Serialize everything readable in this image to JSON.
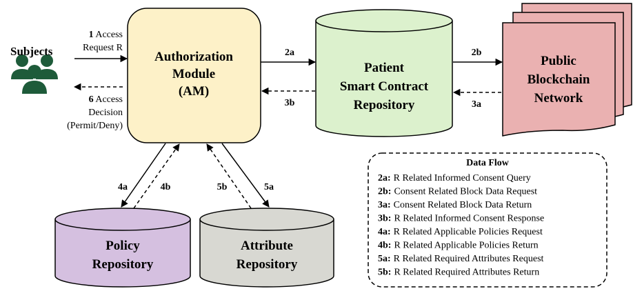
{
  "subjects": {
    "label": "Subjects",
    "icon": "people-group-icon",
    "color": "#1e5b3a"
  },
  "authorization_module": {
    "lines": [
      "Authorization",
      "Module",
      "(AM)"
    ],
    "fill": "#fdf1c8"
  },
  "patient_repository": {
    "lines": [
      "Patient",
      "Smart Contract",
      "Repository"
    ],
    "fill": "#dcf1cd"
  },
  "public_blockchain": {
    "lines": [
      "Public",
      "Blockchain",
      "Network"
    ],
    "fill": "#eab1b1"
  },
  "policy_repository": {
    "lines": [
      "Policy",
      "Repository"
    ],
    "fill": "#d5c0e0"
  },
  "attribute_repository": {
    "lines": [
      "Attribute",
      "Repository"
    ],
    "fill": "#d8d8d2"
  },
  "arrows": {
    "access_request": {
      "num": "1",
      "text1": "Access",
      "text2": "Request R"
    },
    "access_decision": {
      "num": "6",
      "text1": "Access",
      "text2": "Decision",
      "text3": "(Permit/Deny)"
    },
    "step_2a": "2a",
    "step_3b": "3b",
    "step_2b": "2b",
    "step_3a": "3a",
    "step_4a": "4a",
    "step_4b": "4b",
    "step_5b": "5b",
    "step_5a": "5a"
  },
  "data_flow": {
    "title": "Data Flow",
    "items": [
      {
        "code": "2a:",
        "text": "R Related  Informed Consent Query"
      },
      {
        "code": "2b:",
        "text": "Consent Related Block Data Request"
      },
      {
        "code": "3a:",
        "text": "Consent Related Block Data Return"
      },
      {
        "code": "3b:",
        "text": "R Related  Informed Consent Response"
      },
      {
        "code": "4a:",
        "text": "R Related Applicable Policies Request"
      },
      {
        "code": "4b:",
        "text": "R Related Applicable Policies Return"
      },
      {
        "code": "5a:",
        "text": "R Related Required Attributes Request"
      },
      {
        "code": "5b:",
        "text": "R Related Required Attributes Return"
      }
    ]
  }
}
